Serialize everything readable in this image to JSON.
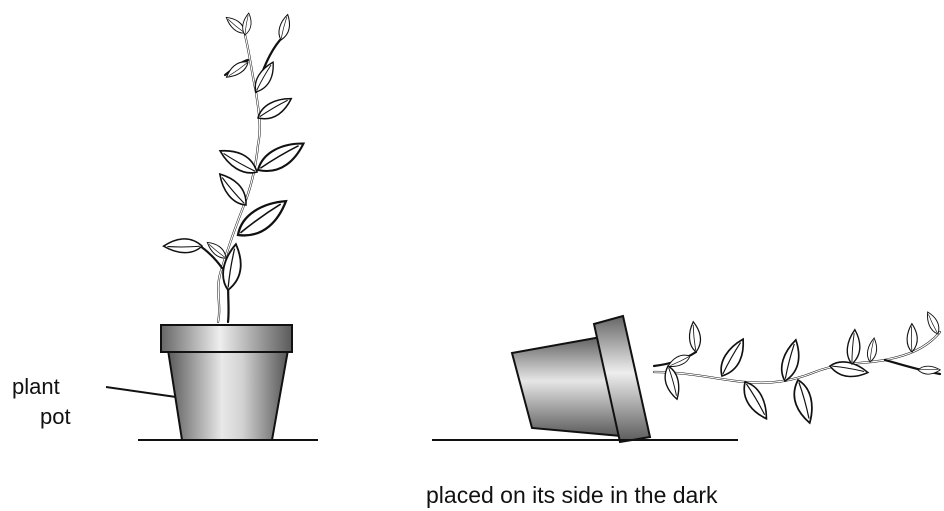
{
  "labels": {
    "plant_pot_line1": "plant",
    "plant_pot_line2": "pot",
    "caption": "placed on its side in the dark"
  },
  "colors": {
    "ink": "#111111",
    "pot_dark": "#5e5e5e",
    "pot_light": "#e6e6e6",
    "background": "#ffffff"
  }
}
